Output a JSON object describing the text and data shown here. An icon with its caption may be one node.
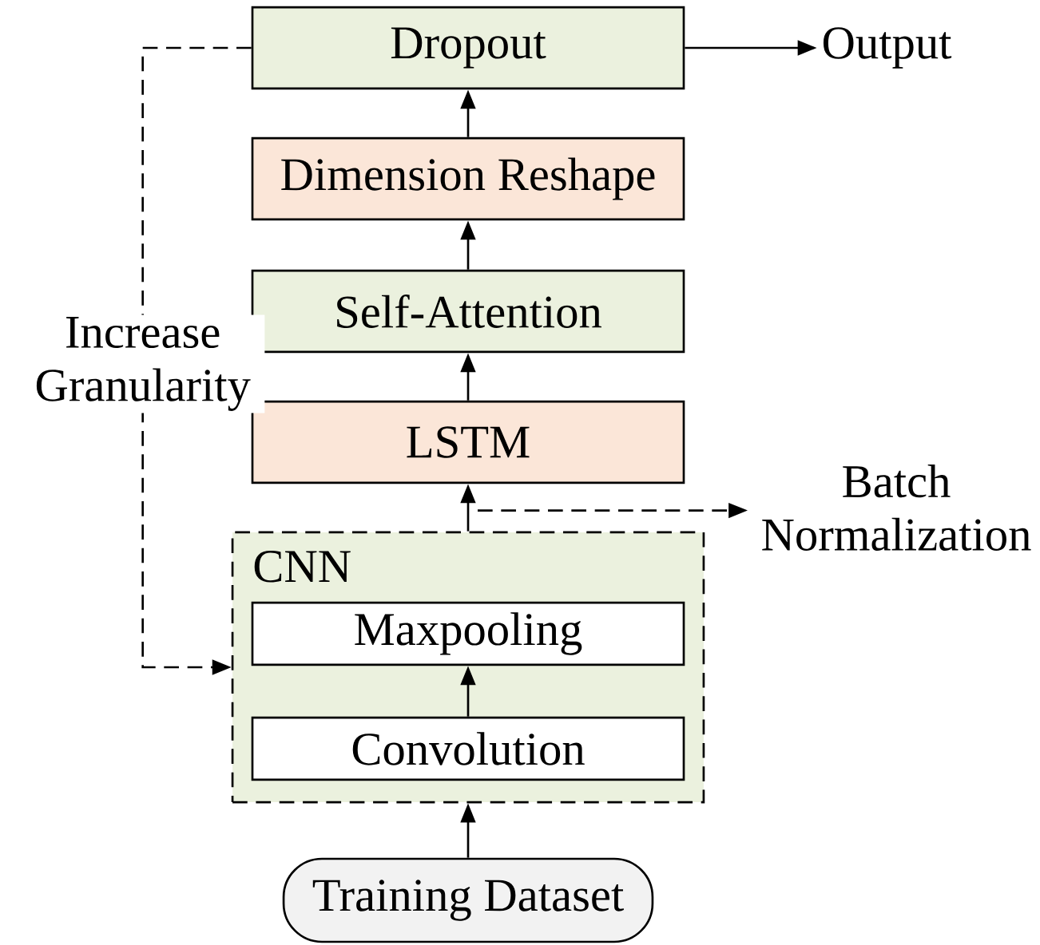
{
  "diagram": {
    "nodes": [
      {
        "text": [
          "Dropout"
        ]
      },
      {
        "text": [
          "Dimension Reshape"
        ]
      },
      {
        "text": [
          "Self-Attention"
        ]
      },
      {
        "text": [
          "LSTM"
        ]
      },
      {
        "text": [
          "CNN"
        ]
      },
      {
        "text": [
          "Maxpooling"
        ],
        "in": 4
      },
      {
        "text": [
          "Convolution"
        ],
        "in": 4
      },
      {
        "text": [
          "Training Dataset"
        ]
      },
      {
        "text": [
          "Output"
        ]
      },
      {
        "text": [
          "Batch Normalization"
        ]
      }
    ],
    "edges": [
      {
        "from": 7,
        "to": 4,
        "arrow": "to"
      },
      {
        "from": 6,
        "to": 5,
        "arrow": "to"
      },
      {
        "from": 4,
        "to": 3,
        "arrow": "to"
      },
      {
        "from": 4,
        "to": 9,
        "arrow": "to",
        "style": "dashed"
      },
      {
        "from": 3,
        "to": 2,
        "arrow": "to"
      },
      {
        "from": 2,
        "to": 1,
        "arrow": "to"
      },
      {
        "from": 1,
        "to": 0,
        "arrow": "to"
      },
      {
        "from": 0,
        "to": 8,
        "arrow": "to"
      },
      {
        "from": 0,
        "to": 4,
        "arrow": "to",
        "style": "dashed",
        "label": "Increase Granularity"
      }
    ]
  }
}
